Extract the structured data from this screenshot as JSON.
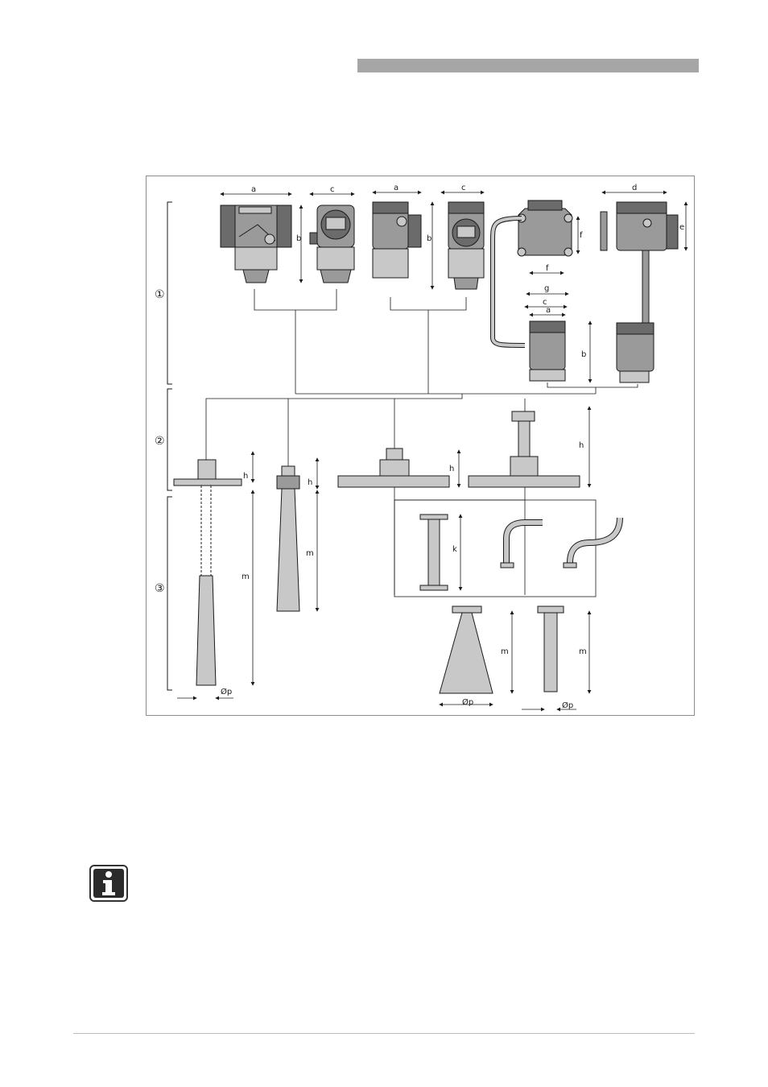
{
  "figure": {
    "group_labels": [
      "①",
      "②",
      "③"
    ],
    "dimension_labels": {
      "a": "a",
      "b": "b",
      "c": "c",
      "d": "d",
      "e": "e",
      "f": "f",
      "g": "g",
      "h": "h",
      "k": "k",
      "m": "m",
      "p": "Øp"
    }
  },
  "colors": {
    "housing_dark": "#6b6b6b",
    "housing_mid": "#9a9a9a",
    "housing_light": "#c8c8c8",
    "line": "#1a1a1a",
    "frame": "#8c8c8c",
    "header_bar": "#a6a6a6"
  },
  "icons": {
    "note": "info-icon"
  }
}
